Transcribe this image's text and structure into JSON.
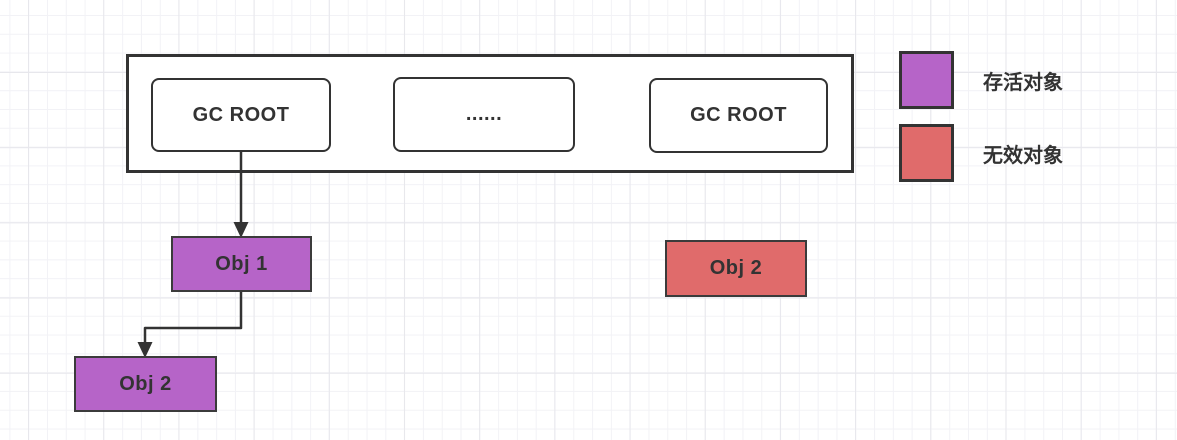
{
  "diagram": {
    "title_semantic": "gc-roots-reachability",
    "root_container": {
      "boxes": [
        {
          "label": "GC ROOT"
        },
        {
          "label": "......"
        },
        {
          "label": "GC ROOT"
        }
      ]
    },
    "objects": {
      "obj1": {
        "label": "Obj 1",
        "status": "live"
      },
      "obj2_live": {
        "label": "Obj 2",
        "status": "live"
      },
      "obj2_dead": {
        "label": "Obj 2",
        "status": "dead"
      }
    },
    "legend": {
      "items": [
        {
          "swatch": "live",
          "label": "存活对象"
        },
        {
          "swatch": "dead",
          "label": "无效对象"
        }
      ]
    },
    "colors": {
      "live": "#b664c8",
      "dead": "#e06b6b",
      "stroke": "#333333"
    }
  }
}
